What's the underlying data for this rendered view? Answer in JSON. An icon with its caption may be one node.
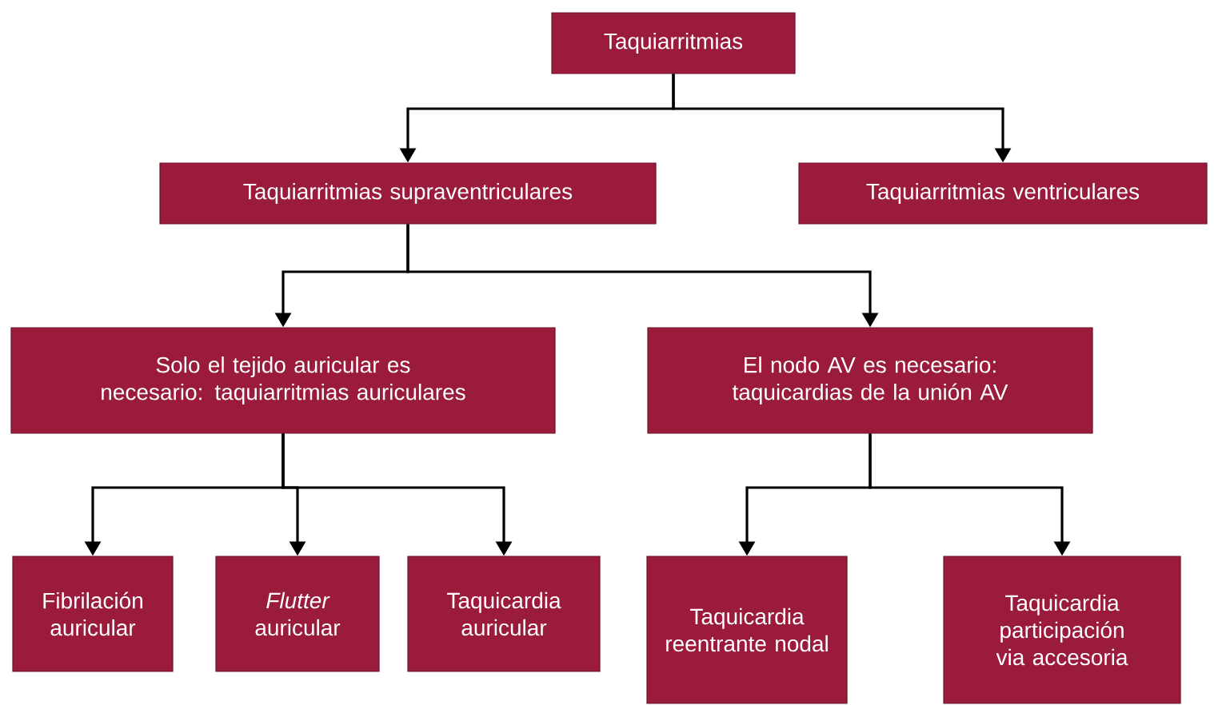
{
  "diagram": {
    "nodes": [
      {
        "text": [
          "Taquiarritmias"
        ]
      },
      {
        "text": [
          "Taquiarritmias supraventriculares"
        ]
      },
      {
        "text": [
          "Taquiarritmias ventriculares"
        ]
      },
      {
        "text": [
          "Solo el tejido auricular es necesario: taquiarritmias auriculares"
        ]
      },
      {
        "text": [
          "El nodo AV es necesario: taquicardias de la unión AV"
        ]
      },
      {
        "text": [
          "Fibrilación auricular"
        ]
      },
      {
        "text": [
          "*Flutter* auricular"
        ]
      },
      {
        "text": [
          "Taquicardia auricular"
        ]
      },
      {
        "text": [
          "Taquicardia reentrante nodal"
        ]
      },
      {
        "text": [
          "Taquicardia participación via accesoria"
        ]
      }
    ],
    "edges": [
      {
        "from": 0,
        "to": 1,
        "arrow": "to"
      },
      {
        "from": 0,
        "to": 2,
        "arrow": "to"
      },
      {
        "from": 1,
        "to": 3,
        "arrow": "to"
      },
      {
        "from": 1,
        "to": 4,
        "arrow": "to"
      },
      {
        "from": 3,
        "to": 5,
        "arrow": "to"
      },
      {
        "from": 3,
        "to": 6,
        "arrow": "to"
      },
      {
        "from": 3,
        "to": 7,
        "arrow": "to"
      },
      {
        "from": 4,
        "to": 8,
        "arrow": "to"
      },
      {
        "from": 4,
        "to": 9,
        "arrow": "to"
      }
    ]
  }
}
